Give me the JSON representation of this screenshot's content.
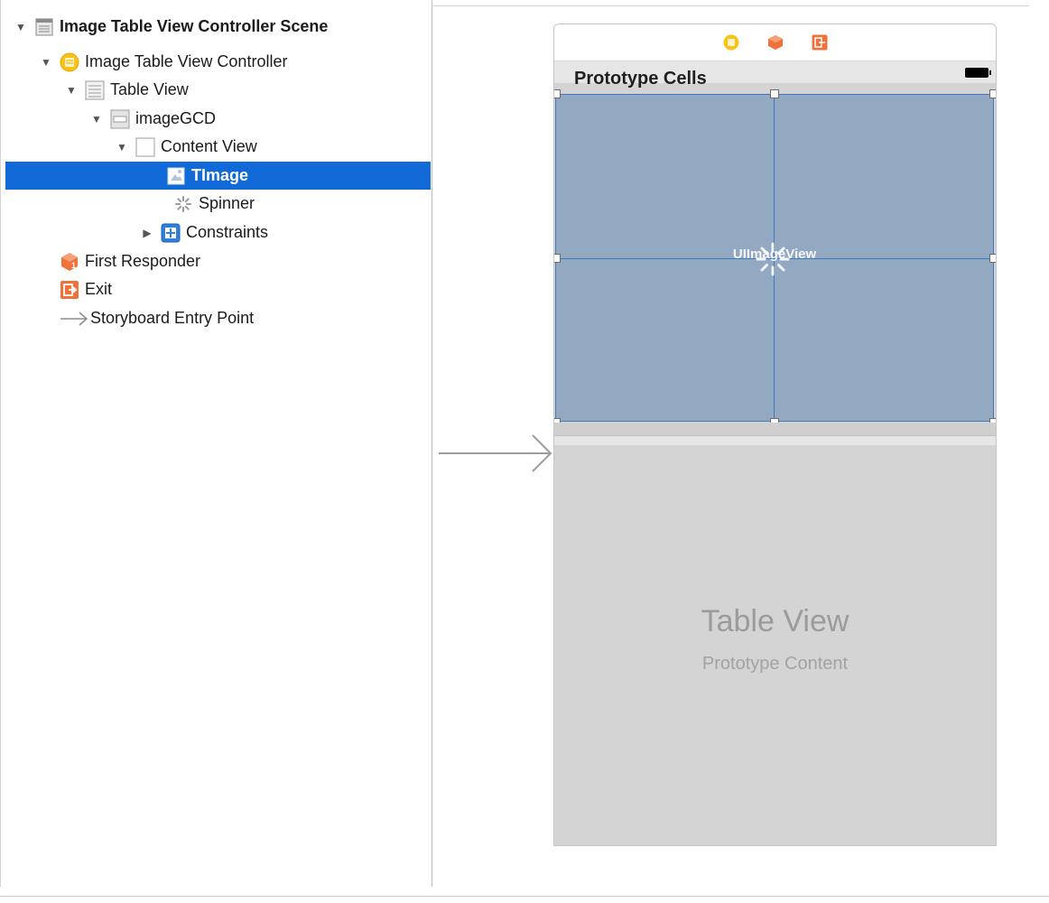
{
  "outline": {
    "items": [
      {
        "label": "Image Table View Controller Scene",
        "icon": "scene-icon",
        "disclosure": "expanded"
      },
      {
        "label": "Image Table View Controller",
        "icon": "view-controller-icon",
        "disclosure": "expanded"
      },
      {
        "label": "Table View",
        "icon": "table-view-icon",
        "disclosure": "expanded"
      },
      {
        "label": "imageGCD",
        "icon": "table-cell-icon",
        "disclosure": "expanded"
      },
      {
        "label": "Content View",
        "icon": "view-icon",
        "disclosure": "expanded"
      },
      {
        "label": "TImage",
        "icon": "image-view-icon",
        "selected": true
      },
      {
        "label": "Spinner",
        "icon": "activity-indicator-icon"
      },
      {
        "label": "Constraints",
        "icon": "constraints-icon",
        "disclosure": "collapsed"
      },
      {
        "label": "First Responder",
        "icon": "first-responder-icon"
      },
      {
        "label": "Exit",
        "icon": "exit-icon"
      },
      {
        "label": "Storyboard Entry Point",
        "icon": "entry-arrow-icon"
      }
    ]
  },
  "canvas": {
    "prototype_label": "Prototype Cells",
    "image_view_label": "UIImageView",
    "table_view_title": "Table View",
    "table_view_subtitle": "Prototype Content"
  },
  "colors": {
    "selection": "#116ad8",
    "cell_fill": "#93a8c1",
    "accent_orange": "#f0713a",
    "accent_yellow": "#f9c21b"
  }
}
